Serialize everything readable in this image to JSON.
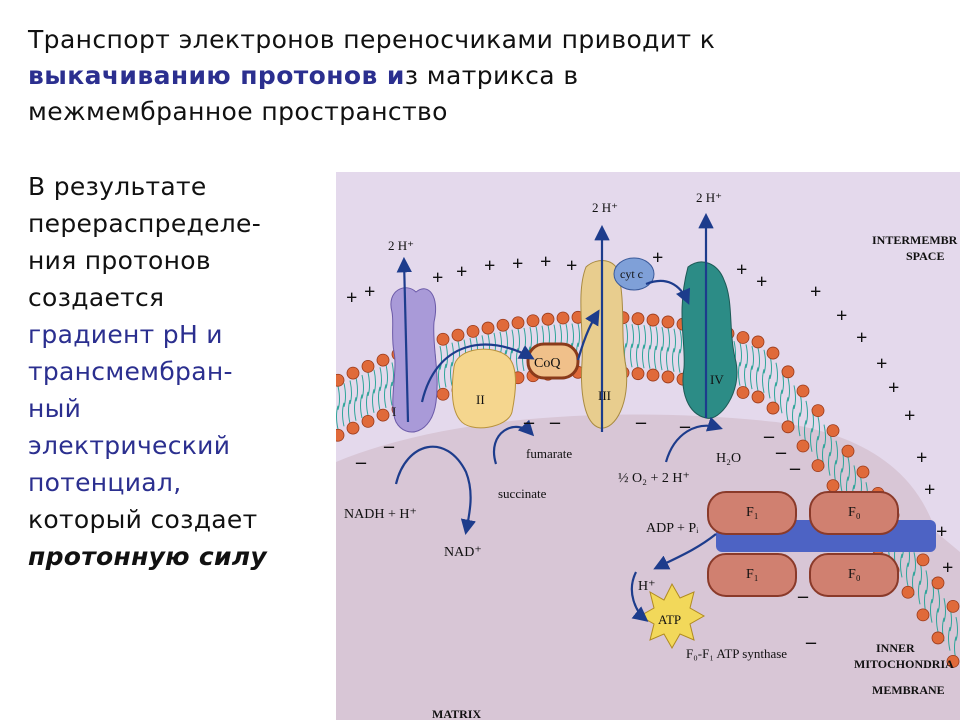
{
  "title": {
    "part1": "Транспорт электронов переносчиками приводит к",
    "highlight_a": "выкачиванию протонов и",
    "part2": "з матрикса в",
    "line3": "межмембранное пространство"
  },
  "side_text": {
    "lines": [
      "В результате",
      "перераспределе-",
      "ния протонов",
      "создается"
    ],
    "blue_lines": [
      "градиент рН и",
      "трансмембран-",
      "ный",
      "электрический",
      "потенциал,"
    ],
    "line_last": "который создает",
    "italic": "протонную силу"
  },
  "diagram": {
    "labels": {
      "intermembrane": [
        "INTERMEMBR",
        "SPACE"
      ],
      "inner": [
        "INNER",
        "MITOCHONDRIA",
        "MEMBRANE"
      ],
      "matrix": "MATRIX",
      "complex_1": "I",
      "complex_2": "II",
      "complex_3": "III",
      "complex_4": "IV",
      "coq": "CoQ",
      "cyt_c": "cyt c",
      "h_out_1": "2 H⁺",
      "h_out_2": "2 H⁺",
      "h_out_3": "2 H⁺",
      "nadh": "NADH + H⁺",
      "nad": "NAD⁺",
      "succinate": "succinate",
      "fumarate": "fumarate",
      "o2": "½ O₂ + 2 H⁺",
      "h2o": "H₂O",
      "adp": "ADP + Pᵢ",
      "h_plus": "H⁺",
      "atp": "ATP",
      "f1": "F₁",
      "f0": "F₀",
      "synthase": "F₀-F₁ ATP synthase",
      "plus": "+",
      "minus": "–"
    },
    "colors": {
      "intermembrane_bg": "#e4d9ec",
      "matrix_bg": "#d8c6d6",
      "head": "#e06a3a",
      "tail": "#2fa59a",
      "complex1": "#a99ad8",
      "complex2": "#f5d68e",
      "complex3": "#e8cd8e",
      "complex4": "#2c8c86",
      "atp_synthase": "#d08070",
      "channel": "#4d63c4",
      "arrow": "#1d3c8c"
    }
  }
}
